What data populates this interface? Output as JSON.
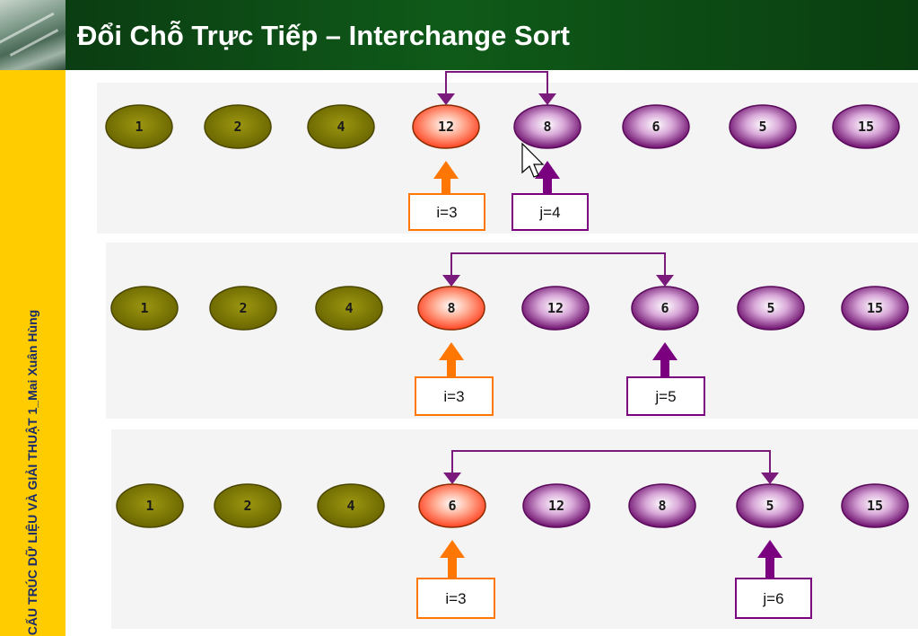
{
  "header": {
    "title": "Đổi Chỗ Trực Tiếp – Interchange Sort"
  },
  "sidebar": {
    "text": "CẤU TRÚC DỮ LIỆU VÀ GIẢI THUẬT 1_Mai Xuân Hùng"
  },
  "colors": {
    "header_green": "#0f5a19",
    "sidebar_yellow": "#ffcc00",
    "sorted_olive": "#7a7400",
    "highlight_orange": "#ff5a33",
    "unsorted_purple": "#7a1a7a",
    "arrow_i": "#ff7700",
    "arrow_j": "#7a0080"
  },
  "steps": [
    {
      "values": [
        "1",
        "2",
        "4",
        "12",
        "8",
        "6",
        "5",
        "15"
      ],
      "i": 3,
      "j": 4,
      "i_label": "i=3",
      "j_label": "j=4",
      "show_cursor": true
    },
    {
      "values": [
        "1",
        "2",
        "4",
        "8",
        "12",
        "6",
        "5",
        "15"
      ],
      "i": 3,
      "j": 5,
      "i_label": "i=3",
      "j_label": "j=5",
      "show_cursor": false
    },
    {
      "values": [
        "1",
        "2",
        "4",
        "6",
        "12",
        "8",
        "5",
        "15"
      ],
      "i": 3,
      "j": 6,
      "i_label": "i=3",
      "j_label": "j=6",
      "show_cursor": false
    }
  ]
}
